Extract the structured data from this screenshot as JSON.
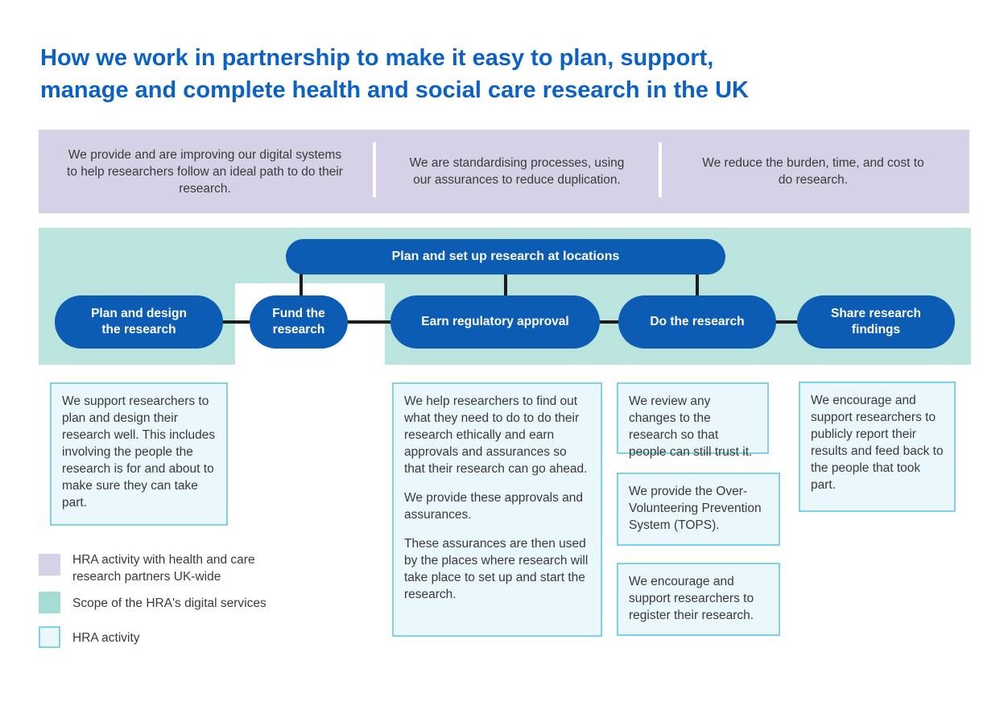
{
  "title": "How we work in partnership to make it easy to plan, support,\nmanage and complete health and social care research in the UK",
  "statements": {
    "digital": "We provide and are improving our digital systems to help researchers follow an ideal path to do their research.",
    "standardising": "We are standardising processes, using our assurances to reduce duplication.",
    "burden": "We reduce the burden, time, and cost to do research."
  },
  "flow": {
    "top": "Plan and set up research at locations",
    "plan": "Plan and design\nthe research",
    "fund": "Fund the\nresearch",
    "earn": "Earn regulatory approval",
    "do": "Do the research",
    "share": "Share research\nfindings"
  },
  "details": {
    "plan_design": "We support researchers to plan and design their research well. This includes involving the people the research is for and about to make sure they can take part.",
    "earn_p1": "We help researchers to find out what they need to do to do their research ethically and earn approvals and assurances so that their research can go ahead.",
    "earn_p2": "We provide these approvals and assurances.",
    "earn_p3": "These assurances are then used by the places where research will take place to set up and start the research.",
    "do_review": "We review any changes to the research so that people can still trust it.",
    "do_tops": "We provide the Over-Volunteering Prevention System (TOPS).",
    "do_register": "We encourage and support researchers to register their research.",
    "share_findings": "We encourage and support researchers to publicly report their results and feed back to the people that took part."
  },
  "legend": {
    "purple": "HRA activity with health and care research partners UK-wide",
    "teal": "Scope of the HRA's digital services",
    "blue": "HRA activity"
  },
  "colors": {
    "title_blue": "#0c62c4",
    "pill_blue": "#0b5cb2",
    "band_purple": "#d6d1e6",
    "band_teal": "#bae4dd",
    "box_fill": "#eaf7fc",
    "box_border": "#7ed1e9",
    "legend_teal": "#a5ddd4",
    "connector_black": "#1c1c1a",
    "body_text": "#3a3a3a"
  }
}
